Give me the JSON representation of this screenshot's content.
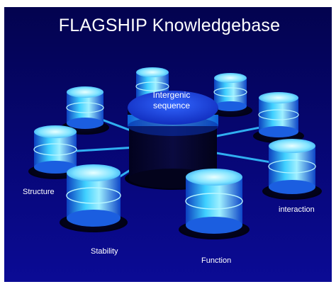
{
  "title": "FLAGSHIP Knowledgebase",
  "hub": {
    "label_line1": "Intergenic",
    "label_line2": "sequence"
  },
  "labels": {
    "structure": "Structure",
    "stability": "Stability",
    "function": "Function",
    "interaction": "interaction"
  },
  "colors": {
    "background_top": "#02024a",
    "background_bottom": "#0a0a8c",
    "cylinder_glow": "#39c7ff",
    "hub_top": "#1a3fd8",
    "text": "#ffffff"
  }
}
